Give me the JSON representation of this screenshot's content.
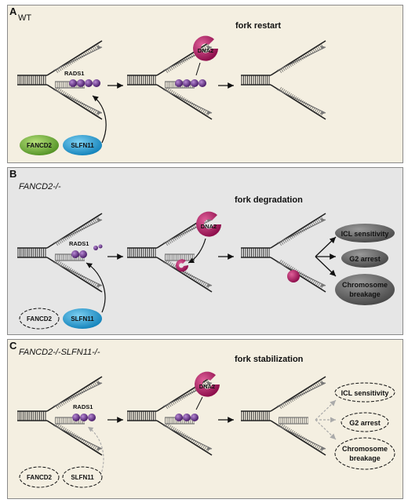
{
  "panels": [
    {
      "label": "A",
      "genotype": "WT",
      "title": "fork restart"
    },
    {
      "label": "B",
      "genotype": "FANCD2-/-",
      "title": "fork degradation"
    },
    {
      "label": "C",
      "genotype": "FANCD2-/-SLFN11-/-",
      "title": "fork stabilization"
    }
  ],
  "proteins": {
    "rad51": "RADS1",
    "dna2": "DNA2",
    "fancd2": "FANCD2",
    "slfn11": "SLFN11"
  },
  "outcomes": [
    "ICL sensitivity",
    "G2 arrest",
    "Chromosome",
    "breakage"
  ],
  "colors": {
    "fancd2": "#7cb83e",
    "slfn11": "#1ba0da",
    "dna2": "#b0105e",
    "rad51": "#6a2f8f",
    "outcome_fill": "#6b6b6b",
    "panel_a_bg": "#f4efe1",
    "panel_b_bg": "#e6e6e6"
  }
}
